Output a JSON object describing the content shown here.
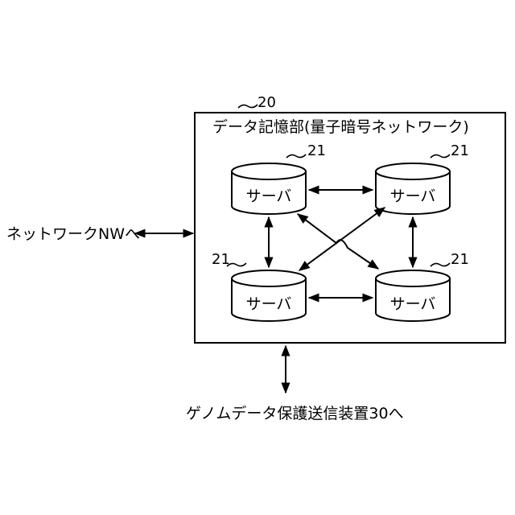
{
  "storage": {
    "ref": "20",
    "title": "データ記憶部(量子暗号ネットワーク)"
  },
  "servers": [
    {
      "label": "サーバ",
      "ref": "21"
    },
    {
      "label": "サーバ",
      "ref": "21"
    },
    {
      "label": "サーバ",
      "ref": "21"
    },
    {
      "label": "サーバ",
      "ref": "21"
    }
  ],
  "external": {
    "network_label": "ネットワークNWへ",
    "genome_label": "ゲノムデータ保護送信装置30へ"
  }
}
